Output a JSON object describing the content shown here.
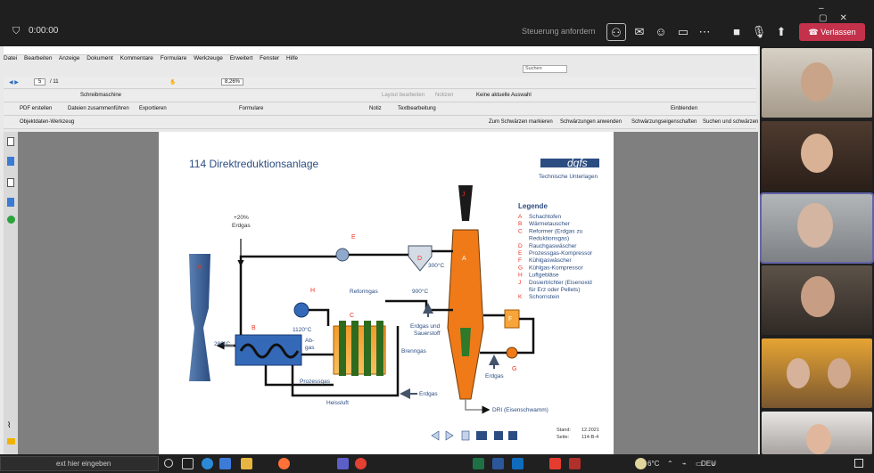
{
  "meeting": {
    "meeting_title": "0:00:00",
    "request_control": "Steuerung anfordern",
    "leave_label": "Verlassen",
    "icons": [
      "shield-icon",
      "people-icon",
      "chat-icon",
      "reactions-icon",
      "rooms-icon",
      "more-icon",
      "camera-icon",
      "mic-icon",
      "share-icon",
      "phone-icon"
    ],
    "colors": {
      "accent": "#6264a7",
      "leave": "#c4314b"
    }
  },
  "reader": {
    "menu": [
      "Datei",
      "Bearbeiten",
      "Anzeige",
      "Dokument",
      "Kommentare",
      "Formulare",
      "Werkzeuge",
      "Erweitert",
      "Fenster",
      "Hilfe"
    ],
    "search_placeholder": "Suchen",
    "page_current": "5",
    "page_total": "/ 11",
    "zoom": "8,26%",
    "typewriter": "Schreibmaschine",
    "layout": "Layout bearbeiten",
    "notes": "Notizen",
    "no_selection": "Keine aktuelle Auswahl",
    "pdf_create": "PDF erstellen",
    "merge": "Dateien zusammenführen",
    "export": "Exportieren",
    "forms": "Formulare",
    "note": "Notiz",
    "text_edit": "Textbearbeitung",
    "show": "Einblenden",
    "object_tool": "Objektdaten-Werkzeug",
    "black_out": "Zum Schwärzen markieren",
    "apply_redact": "Schwärzungen anwenden",
    "redact_props": "Schwärzungseigenschaften",
    "search_redact": "Suchen und schwärzen"
  },
  "diagram": {
    "title": "114 Direktreduktionsanlage",
    "logo": "dgfs",
    "logo_sub": "Technische Unterlagen",
    "legend_title": "Legende",
    "legend": [
      {
        "k": "A",
        "t": "Schachtofen"
      },
      {
        "k": "B",
        "t": "Wärmetauscher"
      },
      {
        "k": "C",
        "t": "Reformer (Erdgas zu"
      },
      {
        "k": "",
        "t": "Reduktionsgas)"
      },
      {
        "k": "D",
        "t": "Rauchgaswäscher"
      },
      {
        "k": "E",
        "t": "Prozessgas-Kompressor"
      },
      {
        "k": "F",
        "t": "Kühlgaswäscher"
      },
      {
        "k": "G",
        "t": "Kühlgas-Kompressor"
      },
      {
        "k": "H",
        "t": "Luftgebläse"
      },
      {
        "k": "J",
        "t": "Dosiertrichter (Eisenoxid"
      },
      {
        "k": "",
        "t": "für Erz oder Pellets)"
      },
      {
        "k": "K",
        "t": "Schornstein"
      }
    ],
    "labels": {
      "erdgas_top_1": "+20%",
      "erdgas_top_2": "Erdgas",
      "reformgas": "Reformgas",
      "t900": "900°C",
      "t300": "300°C",
      "t1120": "1120°C",
      "abgas_1": "Ab-",
      "abgas_2": "gas",
      "t280": "280°C",
      "prozessgas": "Prozessgas",
      "heissluft": "Heissluft",
      "erdgas_sauer_1": "Erdgas und",
      "erdgas_sauer_2": "Sauerstoff",
      "brenngas": "Brenngas",
      "erdgas_bottom": "Erdgas",
      "erdgas_cool": "Erdgas",
      "dri": "DRI (Eisenschwamm)",
      "stand_label": "Stand:",
      "stand_value": "12.2021",
      "seite_label": "Seite:",
      "seite_value": "114-B-4"
    },
    "component_letters": {
      "A": "A",
      "B": "B",
      "C": "C",
      "D": "D",
      "E": "E",
      "F": "F",
      "G": "G",
      "H": "H",
      "J": "J",
      "K": "K"
    }
  },
  "taskbar": {
    "search_text": "ext hier eingeben",
    "temp": "6°C",
    "lang": "DEU"
  }
}
